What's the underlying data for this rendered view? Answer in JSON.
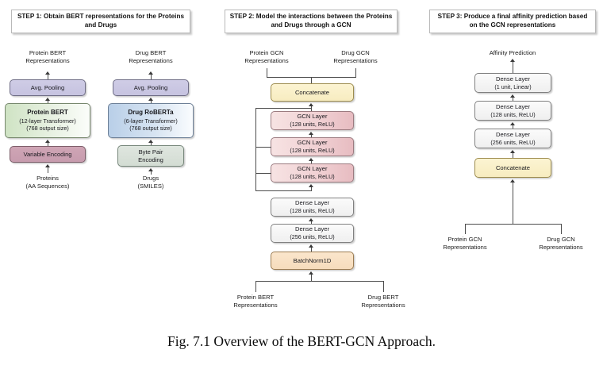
{
  "figure": {
    "caption": "Fig. 7.1 Overview of the BERT-GCN Approach."
  },
  "step1": {
    "header": "STEP 1: Obtain BERT representations for the Proteins and Drugs",
    "protein_branch": {
      "output_label_line1": "Protein BERT",
      "output_label_line2": "Representations",
      "pooling": "Avg. Pooling",
      "encoder_title": "Protein BERT",
      "encoder_line2": "(12-layer Transformer)",
      "encoder_line3": "(768 output size)",
      "tokenizer": "Variable Encoding",
      "input_line1": "Proteins",
      "input_line2": "(AA Sequences)"
    },
    "drug_branch": {
      "output_label_line1": "Drug BERT",
      "output_label_line2": "Representations",
      "pooling": "Avg. Pooling",
      "encoder_title": "Drug RoBERTa",
      "encoder_line2": "(6-layer Transformer)",
      "encoder_line3": "(768 output size)",
      "tokenizer_line1": "Byte Pair",
      "tokenizer_line2": "Encoding",
      "input_line1": "Drugs",
      "input_line2": "(SMILES)"
    }
  },
  "step2": {
    "header": "STEP 2: Model the interactions between the Proteins and Drugs through a GCN",
    "output_left_line1": "Protein GCN",
    "output_left_line2": "Representations",
    "output_right_line1": "Drug GCN",
    "output_right_line2": "Representations",
    "concatenate": "Concatenate",
    "gcn_layers": [
      {
        "title": "GCN Layer",
        "detail": "(128 units, ReLU)"
      },
      {
        "title": "GCN Layer",
        "detail": "(128 units, ReLU)"
      },
      {
        "title": "GCN Layer",
        "detail": "(128 units, ReLU)"
      }
    ],
    "dense_layers": [
      {
        "title": "Dense Layer",
        "detail": "(128 units, ReLU)"
      },
      {
        "title": "Dense Layer",
        "detail": "(256 units, ReLU)"
      }
    ],
    "batchnorm": "BatchNorm1D",
    "input_left_line1": "Protein BERT",
    "input_left_line2": "Representations",
    "input_right_line1": "Drug BERT",
    "input_right_line2": "Representations"
  },
  "step3": {
    "header": "STEP 3: Produce a final affinity prediction based on the GCN representations",
    "output_label": "Affinity Prediction",
    "dense_layers": [
      {
        "title": "Dense Layer",
        "detail": "(1 unit, Linear)"
      },
      {
        "title": "Dense Layer",
        "detail": "(128 units, ReLU)"
      },
      {
        "title": "Dense Layer",
        "detail": "(256 units, ReLU)"
      }
    ],
    "concatenate": "Concatenate",
    "input_left_line1": "Protein GCN",
    "input_left_line2": "Representations",
    "input_right_line1": "Drug GCN",
    "input_right_line2": "Representations"
  },
  "colors": {
    "lavender": "#cfcce6",
    "green": "#cfe3c4",
    "blue": "#b9cfe8",
    "mauve": "#cfa5b5",
    "gray_green": "#dfe6df",
    "cream": "#fcf4d2",
    "pink": "#f0cfd2",
    "gray": "#f4f4f4",
    "peach": "#fbe6cc",
    "connector": "#4c4c4c"
  }
}
